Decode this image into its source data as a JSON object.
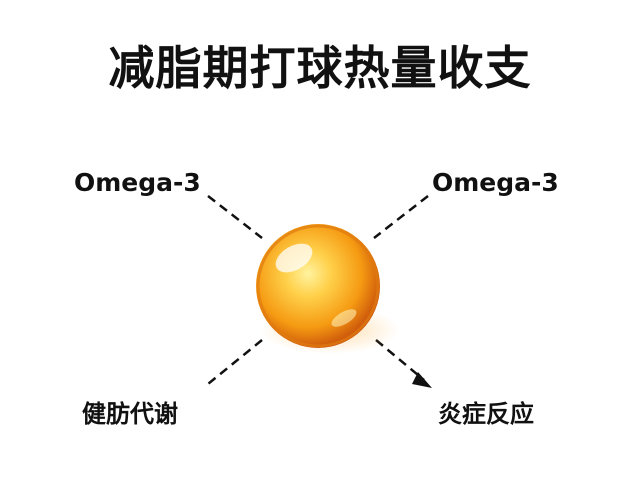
{
  "title": "减脂期打球热量收支",
  "labels": {
    "top_left": "Omega-3",
    "top_right": "Omega-3",
    "bottom_left": "健肪代谢",
    "bottom_right": "炎症反应"
  },
  "icons": {
    "center": "omega-3-capsule-icon"
  },
  "colors": {
    "capsule_core": "#ffd04a",
    "capsule_mid": "#f59a12",
    "capsule_edge": "#c8500a",
    "line": "#111111",
    "text": "#111111"
  }
}
